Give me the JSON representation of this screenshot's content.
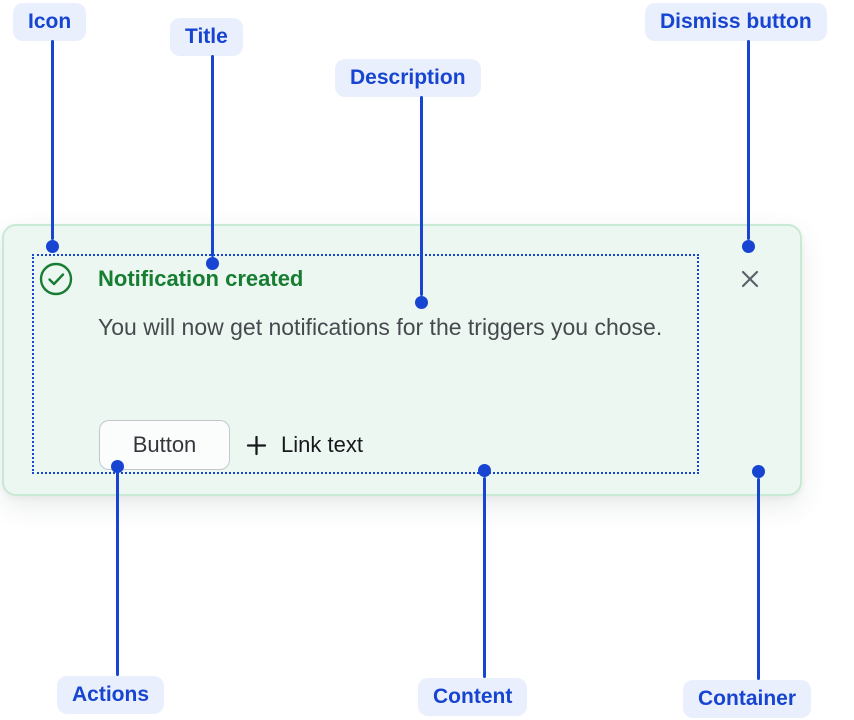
{
  "annotations": {
    "icon": {
      "label": "Icon"
    },
    "title": {
      "label": "Title"
    },
    "description": {
      "label": "Description"
    },
    "dismiss": {
      "label": "Dismiss button"
    },
    "actions": {
      "label": "Actions"
    },
    "content": {
      "label": "Content"
    },
    "container": {
      "label": "Container"
    }
  },
  "notification": {
    "title": "Notification created",
    "description": "You will now get notifications for the triggers you chose.",
    "button_label": "Button",
    "link_label": "Link text",
    "icon": "check-circle-icon",
    "dismiss_icon": "close-icon"
  },
  "colors": {
    "annotation_blue": "#1745d1",
    "annotation_pill_bg": "#e9effc",
    "success_green": "#177d33",
    "card_background": "#edf7f1",
    "card_border": "#c8e9d4",
    "description_text": "#46494e",
    "dismiss_gray": "#5d6269"
  }
}
